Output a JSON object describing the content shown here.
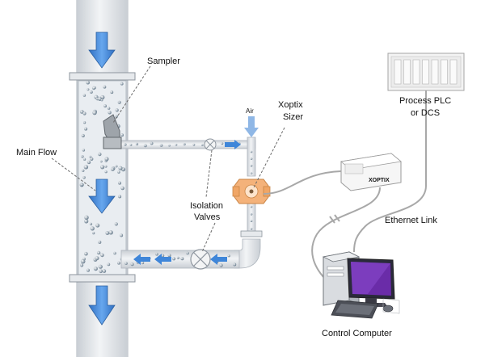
{
  "labels": {
    "sampler": "Sampler",
    "main_flow": "Main Flow",
    "air": "Air",
    "sizer_line1": "Xoptix",
    "sizer_line2": "Sizer",
    "isolation_line1": "Isolation",
    "isolation_line2": "Valves",
    "plc_line1": "Process PLC",
    "plc_line2": "or DCS",
    "ethernet": "Ethernet Link",
    "computer": "Control Computer",
    "analyzer_brand": "XOPTIX"
  },
  "icons": [
    "down-arrow-icon",
    "right-arrow-icon",
    "left-arrow-icon",
    "valve-icon",
    "computer-icon"
  ],
  "colors": {
    "pipe_fill": "#dfe4ea",
    "pipe_edge": "#9aa3ad",
    "arrow_blue": "#3f86d9",
    "sizer_orange": "#f4b27a",
    "monitor_purple": "#6a2ca8",
    "cable": "#a8a8a8"
  }
}
